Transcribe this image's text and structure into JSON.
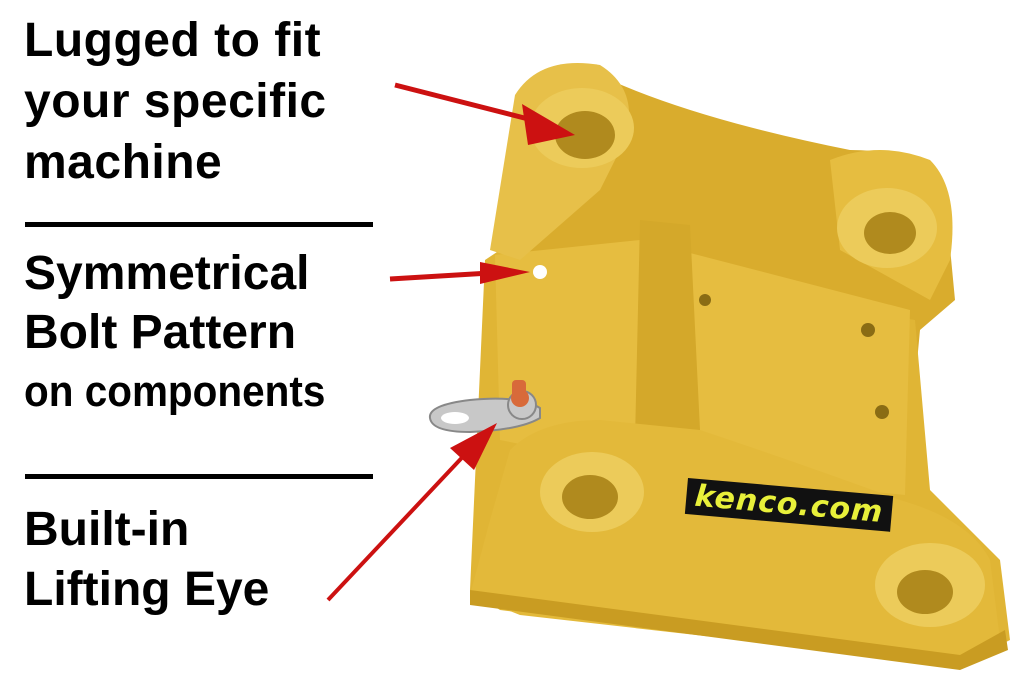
{
  "callouts": [
    {
      "id": "lugged",
      "lines": [
        "Lugged to fit",
        "your specific",
        "machine"
      ],
      "points_to": "upper pin boss"
    },
    {
      "id": "bolt-pattern",
      "lines": [
        "Symmetrical",
        "Bolt Pattern",
        "on components"
      ],
      "points_to": "bolt hole on side plate"
    },
    {
      "id": "lifting-eye",
      "lines": [
        "Built-in",
        "Lifting Eye"
      ],
      "points_to": "shackle"
    }
  ],
  "product": {
    "description": "Yellow excavator attachment coupler bracket with pin bosses and lifting shackle",
    "logo_text": "kenco.com",
    "colors": {
      "paint": "#e3b93a",
      "paint_shadow": "#c99c22",
      "paint_highlight": "#f0d36a",
      "arrow": "#cc1111",
      "logo_bg": "#111111",
      "logo_text": "#e8f03a"
    }
  }
}
